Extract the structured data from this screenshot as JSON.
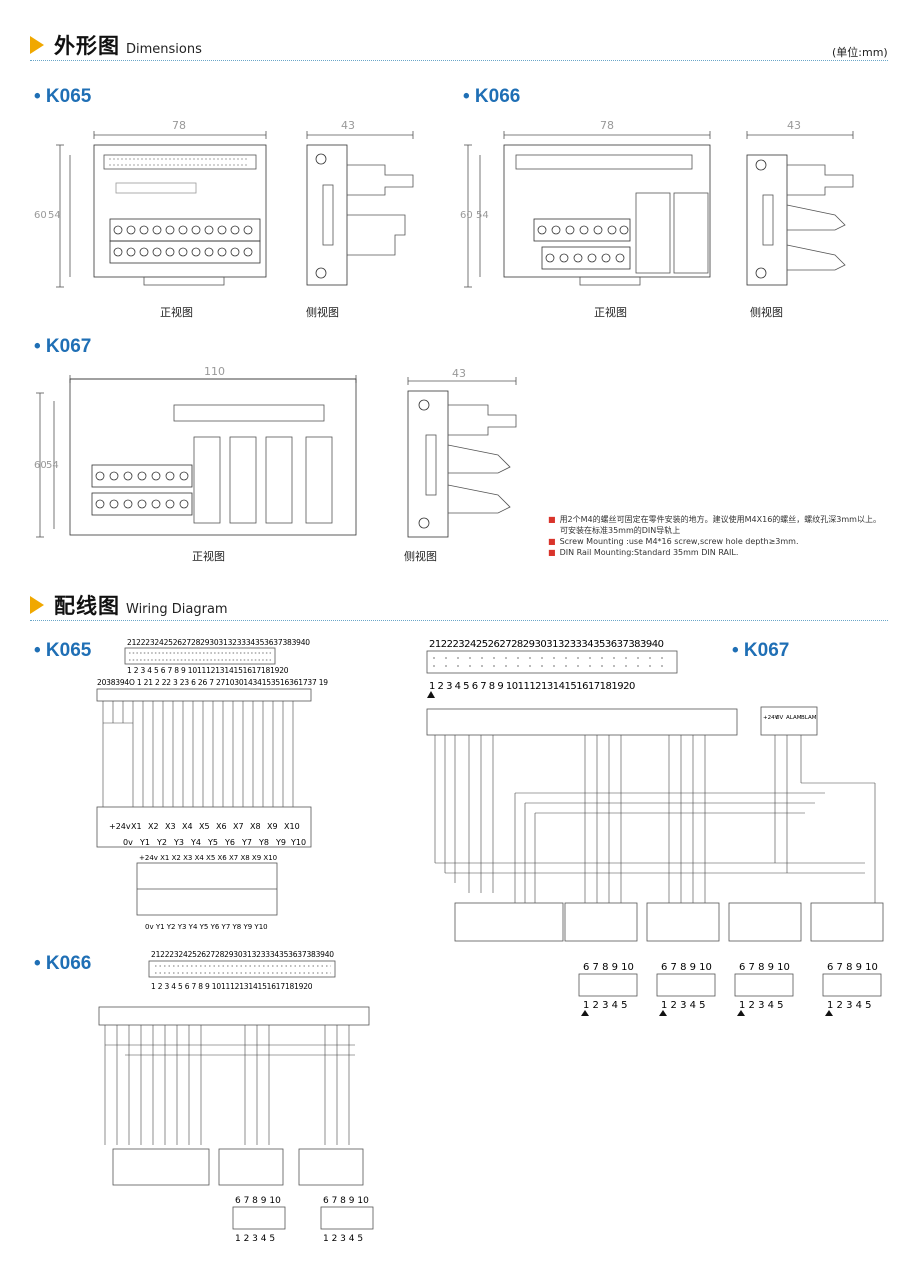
{
  "sections": {
    "dimensions": {
      "title_cn": "外形图",
      "title_en": "Dimensions",
      "unit": "(单位:mm)"
    },
    "wiring": {
      "title_cn": "配线图",
      "title_en": "Wiring Diagram"
    }
  },
  "models": {
    "k065": "• K065",
    "k066": "• K066",
    "k067": "• K067"
  },
  "captions": {
    "front": "正视图",
    "side": "侧视图"
  },
  "dims": {
    "w78": "78",
    "w110": "110",
    "d43": "43",
    "h60": "60",
    "h54": "54"
  },
  "notes": [
    "用2个M4的螺丝可固定在零件安装的地方。建议使用M4X16的螺丝，螺纹孔深3mm以上。",
    "可安装在标准35mm的DIN导轨上",
    "Screw Mounting :use M4*16 screw,screw hole depth≥3mm.",
    "DIN Rail Mounting:Standard 35mm DIN RAIL."
  ],
  "wiring": {
    "conn_top": "2122232425262728293031323334353637383940",
    "conn_bottom": "1 2 3 4 5 6 7 8 9 1011121314151617181920",
    "k065": {
      "pin_order": "2038394O 1 21 2 22 3 23 6 26 7 2710301434153516361737 19",
      "terms_top": [
        "+24v",
        "X1",
        "X2",
        "X3",
        "X4",
        "X5",
        "X6",
        "X7",
        "X8",
        "X9",
        "X10"
      ],
      "terms_bottom": [
        "0v",
        "Y1",
        "Y2",
        "Y3",
        "Y4",
        "Y5",
        "Y6",
        "Y7",
        "Y8",
        "Y9",
        "Y10"
      ],
      "block_top": "+24v X1 X2 X3 X4 X5 X6 X7 X8 X9 X10",
      "block_bottom": "0v Y1 Y2 Y3 Y4 Y5 Y6 Y7 Y8 Y9 Y10"
    },
    "k067": {
      "alarm_labels": [
        "+24V",
        "0V",
        "ALAM",
        "BLAM"
      ]
    },
    "small_conn_top": "6 7 8 9 10",
    "small_conn_bottom": "1 2 3 4 5"
  }
}
